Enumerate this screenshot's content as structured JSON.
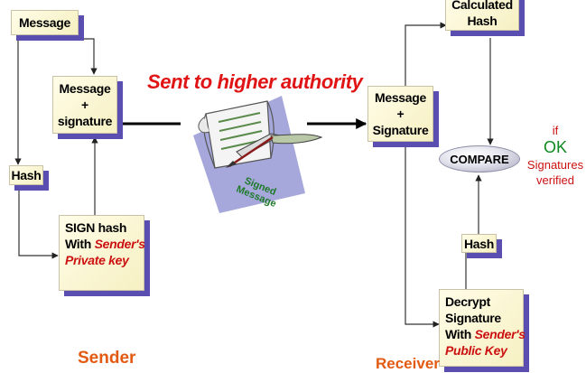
{
  "nodes": {
    "message_source": "Message",
    "message_plus_signature_sender": [
      "Message",
      "+",
      "signature"
    ],
    "hash_sender": "Hash",
    "sign_hash": [
      "SIGN hash",
      "With ",
      "Sender's",
      "Private key"
    ],
    "message_plus_signature_receiver": [
      "Message",
      "+",
      "Signature"
    ],
    "calculated_hash": [
      "Calculated",
      "Hash"
    ],
    "compare": "COMPARE",
    "hash_receiver": "Hash",
    "decrypt_signature": [
      "Decrypt",
      "Signature",
      "With ",
      "Sender's",
      "Public Key"
    ]
  },
  "labels": {
    "sent_to_authority": "Sent to higher authority",
    "signed_message": [
      "Signed",
      "Message"
    ],
    "verify": [
      "if",
      "OK",
      "Signatures",
      "verified"
    ],
    "sender": "Sender",
    "receiver": "Receiver"
  },
  "colors": {
    "box_shadow": "#5a4fb0",
    "red_text": "#cc1111",
    "ok_green": "#0e8a1e",
    "orange_label": "#e35a12",
    "signed_green": "#1f7a2a"
  },
  "icons": {
    "signed_document": "quill-and-scroll-clipart"
  }
}
